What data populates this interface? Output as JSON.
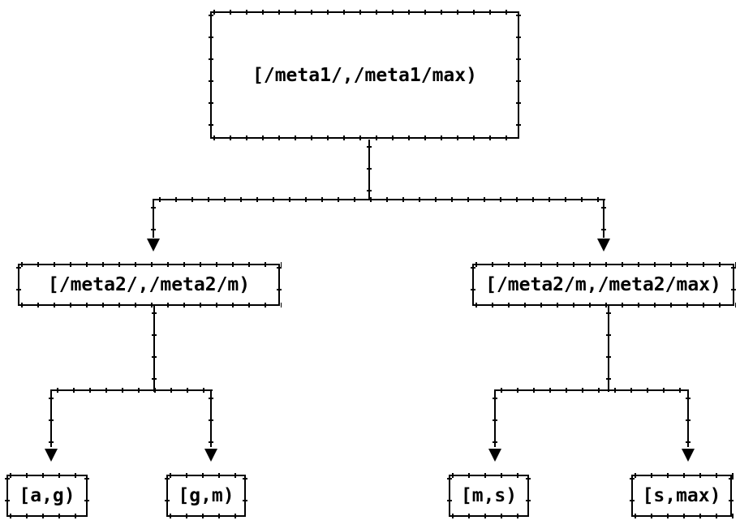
{
  "colors": {
    "background": "#ffffff",
    "line": "#000000",
    "text": "#000000"
  },
  "tree": {
    "type": "binary-interval-partition-tree",
    "root": {
      "label": "[/meta1/,/meta1/max)"
    },
    "children": [
      {
        "label": "[/meta2/,/meta2/m)",
        "children": [
          {
            "label": "[a,g)"
          },
          {
            "label": "[g,m)"
          }
        ]
      },
      {
        "label": "[/meta2/m,/meta2/max)",
        "children": [
          {
            "label": "[m,s)"
          },
          {
            "label": "[s,max)"
          }
        ]
      }
    ],
    "edges": [
      {
        "from": "[/meta1/,/meta1/max)",
        "to": "[/meta2/,/meta2/m)"
      },
      {
        "from": "[/meta1/,/meta1/max)",
        "to": "[/meta2/m,/meta2/max)"
      },
      {
        "from": "[/meta2/,/meta2/m)",
        "to": "[a,g)"
      },
      {
        "from": "[/meta2/,/meta2/m)",
        "to": "[g,m)"
      },
      {
        "from": "[/meta2/m,/meta2/max)",
        "to": "[m,s)"
      },
      {
        "from": "[/meta2/m,/meta2/max)",
        "to": "[s,max)"
      }
    ]
  }
}
